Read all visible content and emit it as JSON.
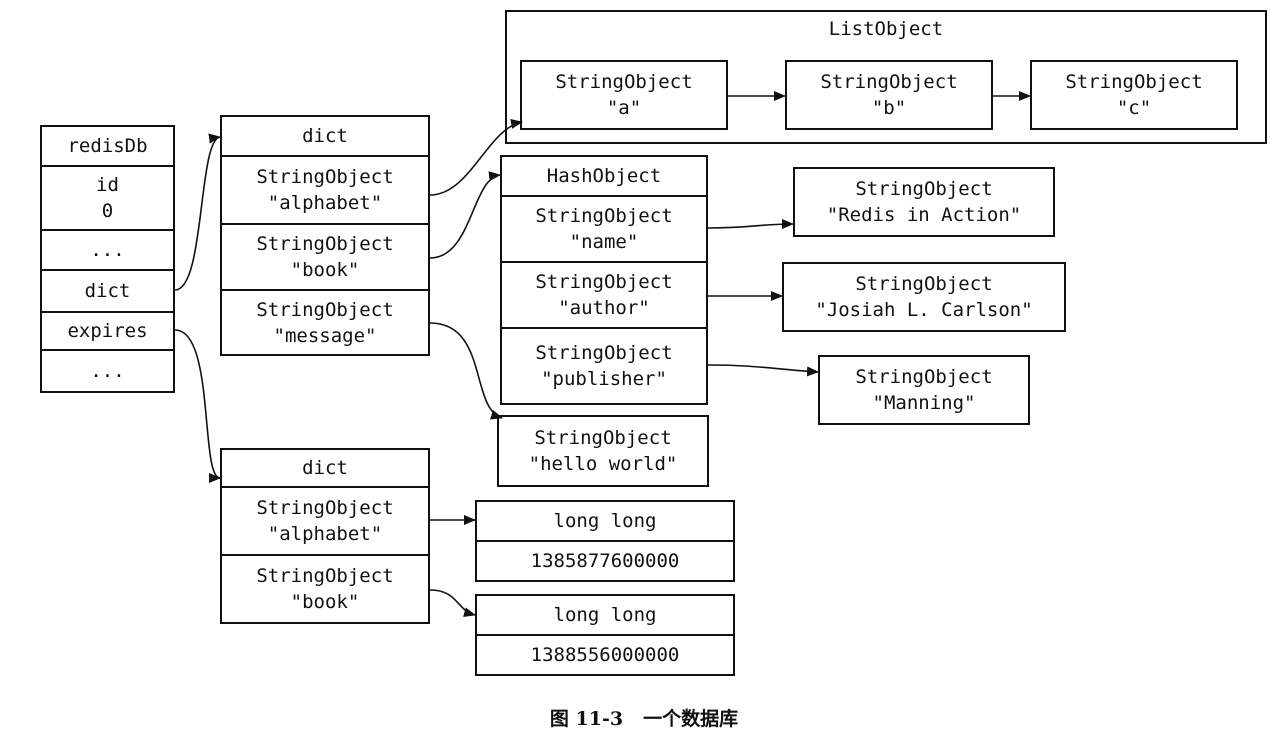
{
  "redisDb": {
    "title": "redisDb",
    "id_label": "id",
    "id_value": "0",
    "ellipsis_1": "...",
    "dict_field": "dict",
    "expires_field": "expires",
    "ellipsis_2": "..."
  },
  "main_dict": {
    "title": "dict",
    "keys": [
      {
        "type": "StringObject",
        "value": "\"alphabet\""
      },
      {
        "type": "StringObject",
        "value": "\"book\""
      },
      {
        "type": "StringObject",
        "value": "\"message\""
      }
    ]
  },
  "list_object": {
    "title": "ListObject",
    "items": [
      {
        "type": "StringObject",
        "value": "\"a\""
      },
      {
        "type": "StringObject",
        "value": "\"b\""
      },
      {
        "type": "StringObject",
        "value": "\"c\""
      }
    ]
  },
  "hash_object": {
    "title": "HashObject",
    "fields": [
      {
        "type": "StringObject",
        "value": "\"name\""
      },
      {
        "type": "StringObject",
        "value": "\"author\""
      },
      {
        "type": "StringObject",
        "value": "\"publisher\""
      }
    ],
    "values": [
      {
        "type": "StringObject",
        "value": "\"Redis in Action\""
      },
      {
        "type": "StringObject",
        "value": "\"Josiah L. Carlson\""
      },
      {
        "type": "StringObject",
        "value": "\"Manning\""
      }
    ]
  },
  "message_value": {
    "type": "StringObject",
    "value": "\"hello world\""
  },
  "expires_dict": {
    "title": "dict",
    "keys": [
      {
        "type": "StringObject",
        "value": "\"alphabet\""
      },
      {
        "type": "StringObject",
        "value": "\"book\""
      }
    ],
    "values": [
      {
        "type": "long long",
        "value": "1385877600000"
      },
      {
        "type": "long long",
        "value": "1388556000000"
      }
    ]
  },
  "caption": {
    "figure": "图 11-3",
    "text": "一个数据库"
  },
  "colors": {
    "stroke": "#111111",
    "background": "#ffffff"
  }
}
